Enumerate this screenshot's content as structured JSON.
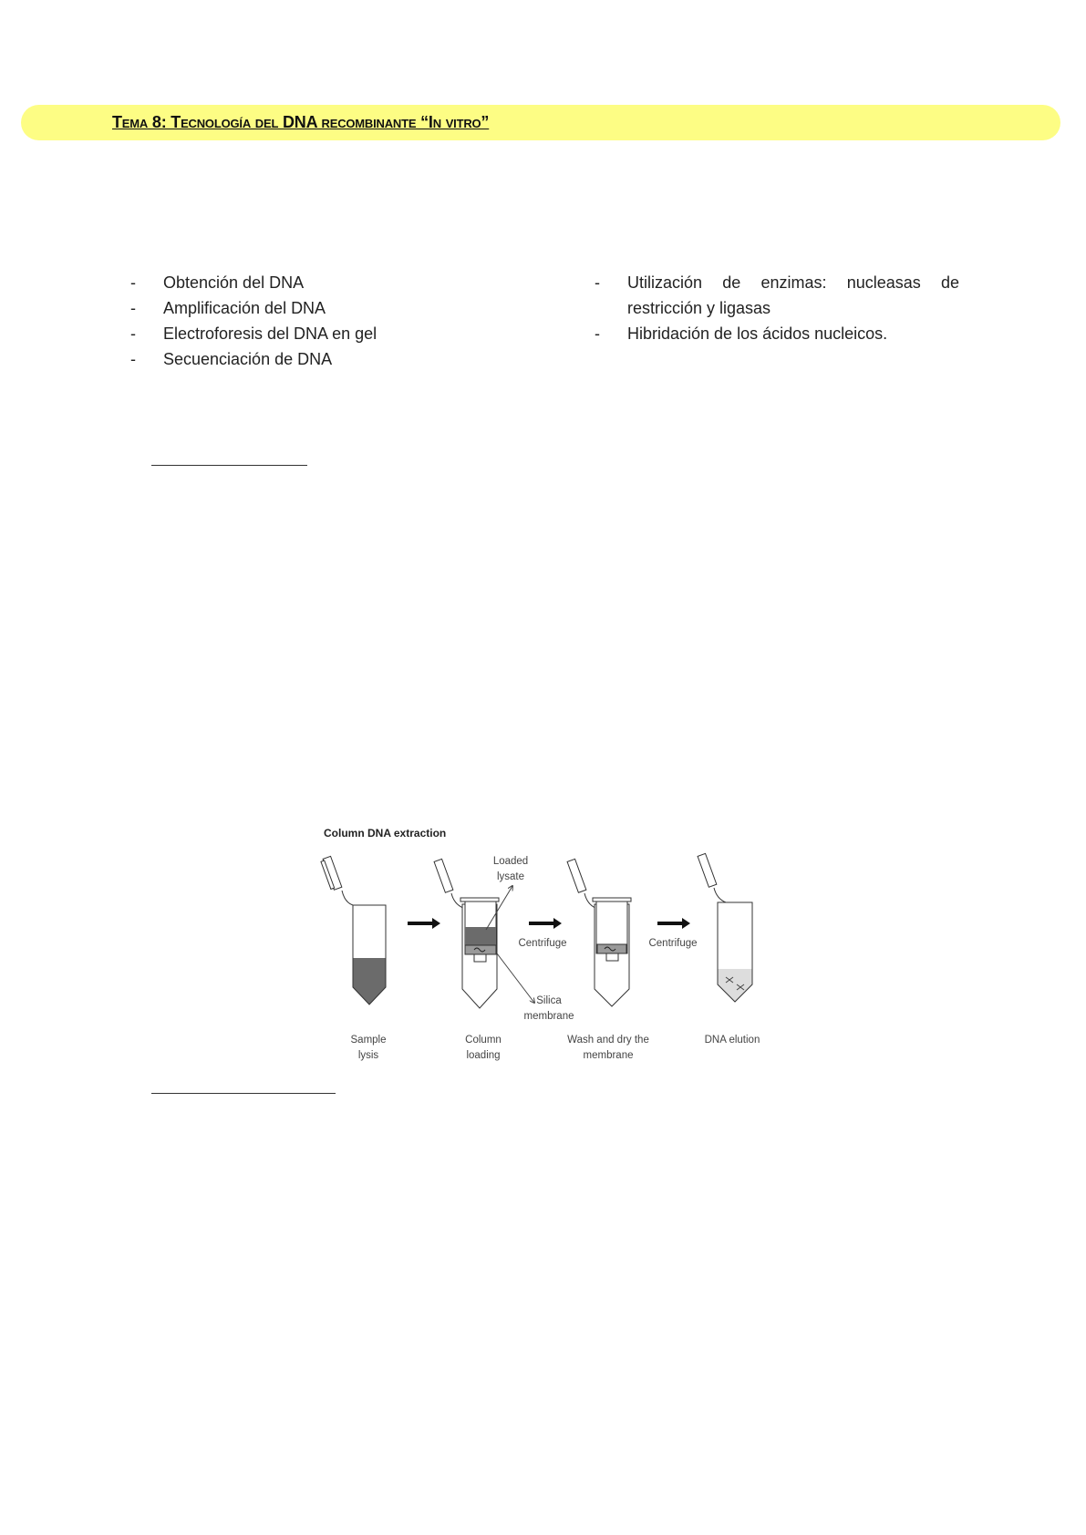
{
  "header": {
    "title": "Tema 8: Tecnología del DNA recombinante “In vitro”"
  },
  "topics": {
    "left": [
      {
        "bullet": "-",
        "text": "Obtención del DNA"
      },
      {
        "bullet": "-",
        "text": "Amplificación del DNA"
      },
      {
        "bullet": "-",
        "text": "Electroforesis del DNA en gel"
      },
      {
        "bullet": "-",
        "text": "Secuenciación de DNA"
      }
    ],
    "right": [
      {
        "bullet": "-",
        "text": "Utilización de enzimas: nucleasas de restricción y ligasas"
      },
      {
        "bullet": "-",
        "text": "Hibridación de los ácidos nucleicos."
      }
    ]
  },
  "figure": {
    "title": "Column DNA extraction",
    "loaded_lysate": [
      "Loaded",
      "lysate"
    ],
    "silica_membrane": [
      "Silica",
      "membrane"
    ],
    "centrifuge_1": "Centrifuge",
    "centrifuge_2": "Centrifuge",
    "steps": [
      [
        "Sample",
        "lysis"
      ],
      [
        "Column",
        "loading"
      ],
      [
        "Wash and dry the",
        "membrane"
      ],
      [
        "DNA elution",
        ""
      ]
    ]
  },
  "colors": {
    "banner": "#fdfd84",
    "lysate": "#6b6b6b",
    "membrane": "#9a9a9a"
  }
}
